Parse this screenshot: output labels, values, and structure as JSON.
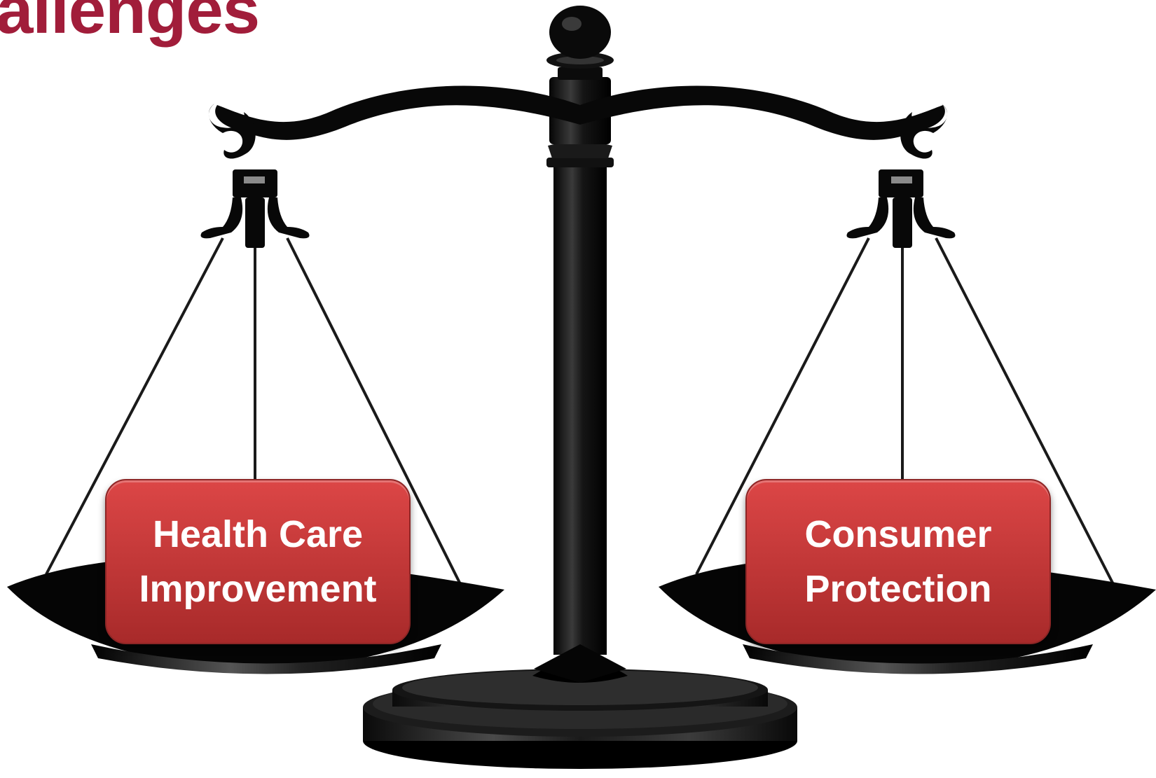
{
  "title": "allenges",
  "colors": {
    "title": "#a11d3a",
    "label_top": "#dc4646",
    "label_bottom": "#a82a2a",
    "scale": "#0c0c0c"
  },
  "pans": [
    {
      "label": "Health Care\nImprovement"
    },
    {
      "label": "Consumer\nProtection"
    }
  ],
  "icons": [
    "balance-scale-icon"
  ]
}
